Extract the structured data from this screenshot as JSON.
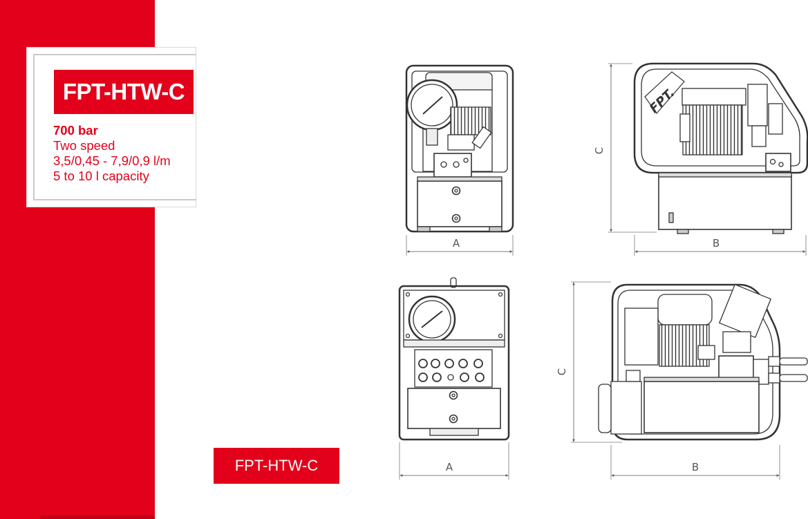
{
  "product": {
    "title": "FPT-HTW-C",
    "specs": [
      "700 bar",
      "Two speed",
      "3,5/0,45 - 7,9/0,9 l/m",
      "5 to 10 l capacity"
    ],
    "model_tag": "FPT-HTW-C"
  },
  "drawings": {
    "front_top": {
      "dim_width": "A"
    },
    "side_top": {
      "dim_width": "B",
      "dim_height": "C",
      "logo_text": "FPT."
    },
    "front_bottom": {
      "dim_width": "A"
    },
    "side_bottom": {
      "dim_width": "B",
      "dim_height": "C"
    }
  },
  "colors": {
    "brand_red": "#e3001b",
    "line": "#333333"
  }
}
